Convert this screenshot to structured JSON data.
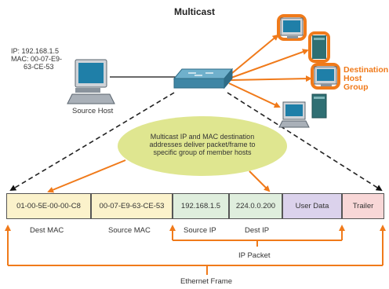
{
  "title": "Multicast",
  "source_host": {
    "ip_line": "IP: 192.168.1.5",
    "mac_line1": "MAC: 00-07-E9-",
    "mac_line2": "63-CE-53",
    "label": "Source Host"
  },
  "destination_group": {
    "line1": "Destination",
    "line2": "Host",
    "line3": "Group"
  },
  "note": {
    "line1": "Multicast IP and MAC destination",
    "line2": "addresses deliver packet/frame to",
    "line3": "specific group of member hosts"
  },
  "frame": {
    "fields": [
      {
        "value": "01-00-5E-00-00-C8",
        "color": "#fbf2cb"
      },
      {
        "value": "00-07-E9-63-CE-53",
        "color": "#fbf2cb"
      },
      {
        "value": "192.168.1.5",
        "color": "#dfeedd"
      },
      {
        "value": "224.0.0.200",
        "color": "#dfeedd"
      },
      {
        "value": "User Data",
        "color": "#dbd2ec"
      },
      {
        "value": "Trailer",
        "color": "#f8d7d7"
      }
    ],
    "labels": {
      "dest_mac": "Dest MAC",
      "source_mac": "Source MAC",
      "source_ip": "Source IP",
      "dest_ip": "Dest IP",
      "ip_packet": "IP Packet",
      "ethernet_frame": "Ethernet Frame"
    }
  },
  "colors": {
    "accent": "#f07a1a",
    "ellipse": "#dfe690",
    "switch": "#3f86a5"
  }
}
